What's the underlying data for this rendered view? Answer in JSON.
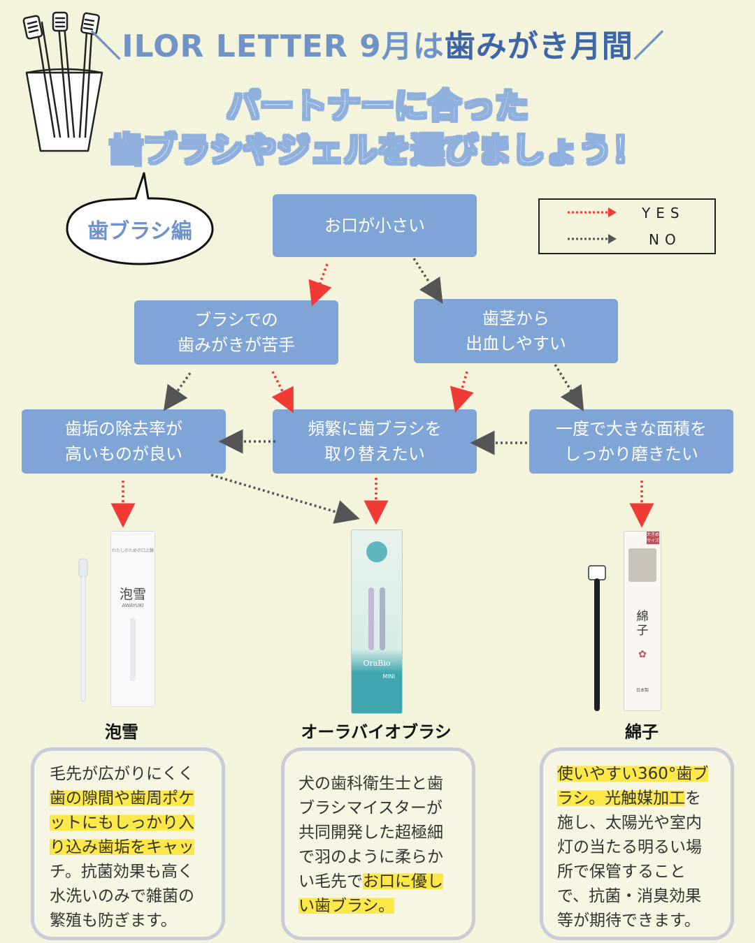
{
  "header": {
    "line1_prefix": "＼ILOR LETTER 9月は",
    "line1_highlight": "歯みがき月間",
    "line1_suffix": "／",
    "headline_line1": "パートナーに合った",
    "headline_line2": "歯ブラシやジェルを選びましょう！"
  },
  "speech_bubble": {
    "label": "歯ブラシ編"
  },
  "legend": {
    "yes_label": "YES",
    "no_label": "NO",
    "yes_color": "#f03b35",
    "no_color": "#555555"
  },
  "flowchart": {
    "start": "お口が小さい",
    "brush_difficulty": "ブラシでの\n歯みがきが苦手",
    "gum_bleeding": "歯茎から\n出血しやすい",
    "plaque_removal": "歯垢の除去率が\n高いものが良い",
    "frequent_change": "頻繁に歯ブラシを\n取り替えたい",
    "large_area": "一度で大きな面積を\nしっかり磨きたい"
  },
  "products": [
    {
      "name": "泡雪",
      "package_text": {
        "small": "わたしのための口上臓",
        "title": "泡雪",
        "sub": "AWAYUKI"
      },
      "desc_pre": "毛先が広がりにくく",
      "desc_mark": "歯の隙間や歯周ポケットにもしっかり入り込み歯垢をキャッ",
      "desc_post": "チ。抗菌効果も高く水洗いのみで雑菌の繁殖も防ぎます。"
    },
    {
      "name": "オーラバイオブラシ",
      "package_text": {
        "brand": "OraBio",
        "size": "MINI"
      },
      "desc_pre": "犬の歯科衛生士と歯ブラシマイスターが共同開発した超極細で羽のように柔らかい毛先で",
      "desc_mark": "お口に優しい歯ブラシ。",
      "desc_post": ""
    },
    {
      "name": "綿子",
      "package_text": {
        "title": "綿子",
        "tag": "大きめサイズ",
        "maker": "日本製"
      },
      "desc_pre": "",
      "desc_mark": "使いやすい360°歯ブラシ。光触媒加工",
      "desc_post": "を施し、太陽光や室内灯の当たる明るい場所で保管することで、抗菌・消臭効果等が期待できます。"
    }
  ],
  "colors": {
    "box": "#7fa4d6",
    "highlight": "#fde84a",
    "background": "#f4f3dc"
  }
}
